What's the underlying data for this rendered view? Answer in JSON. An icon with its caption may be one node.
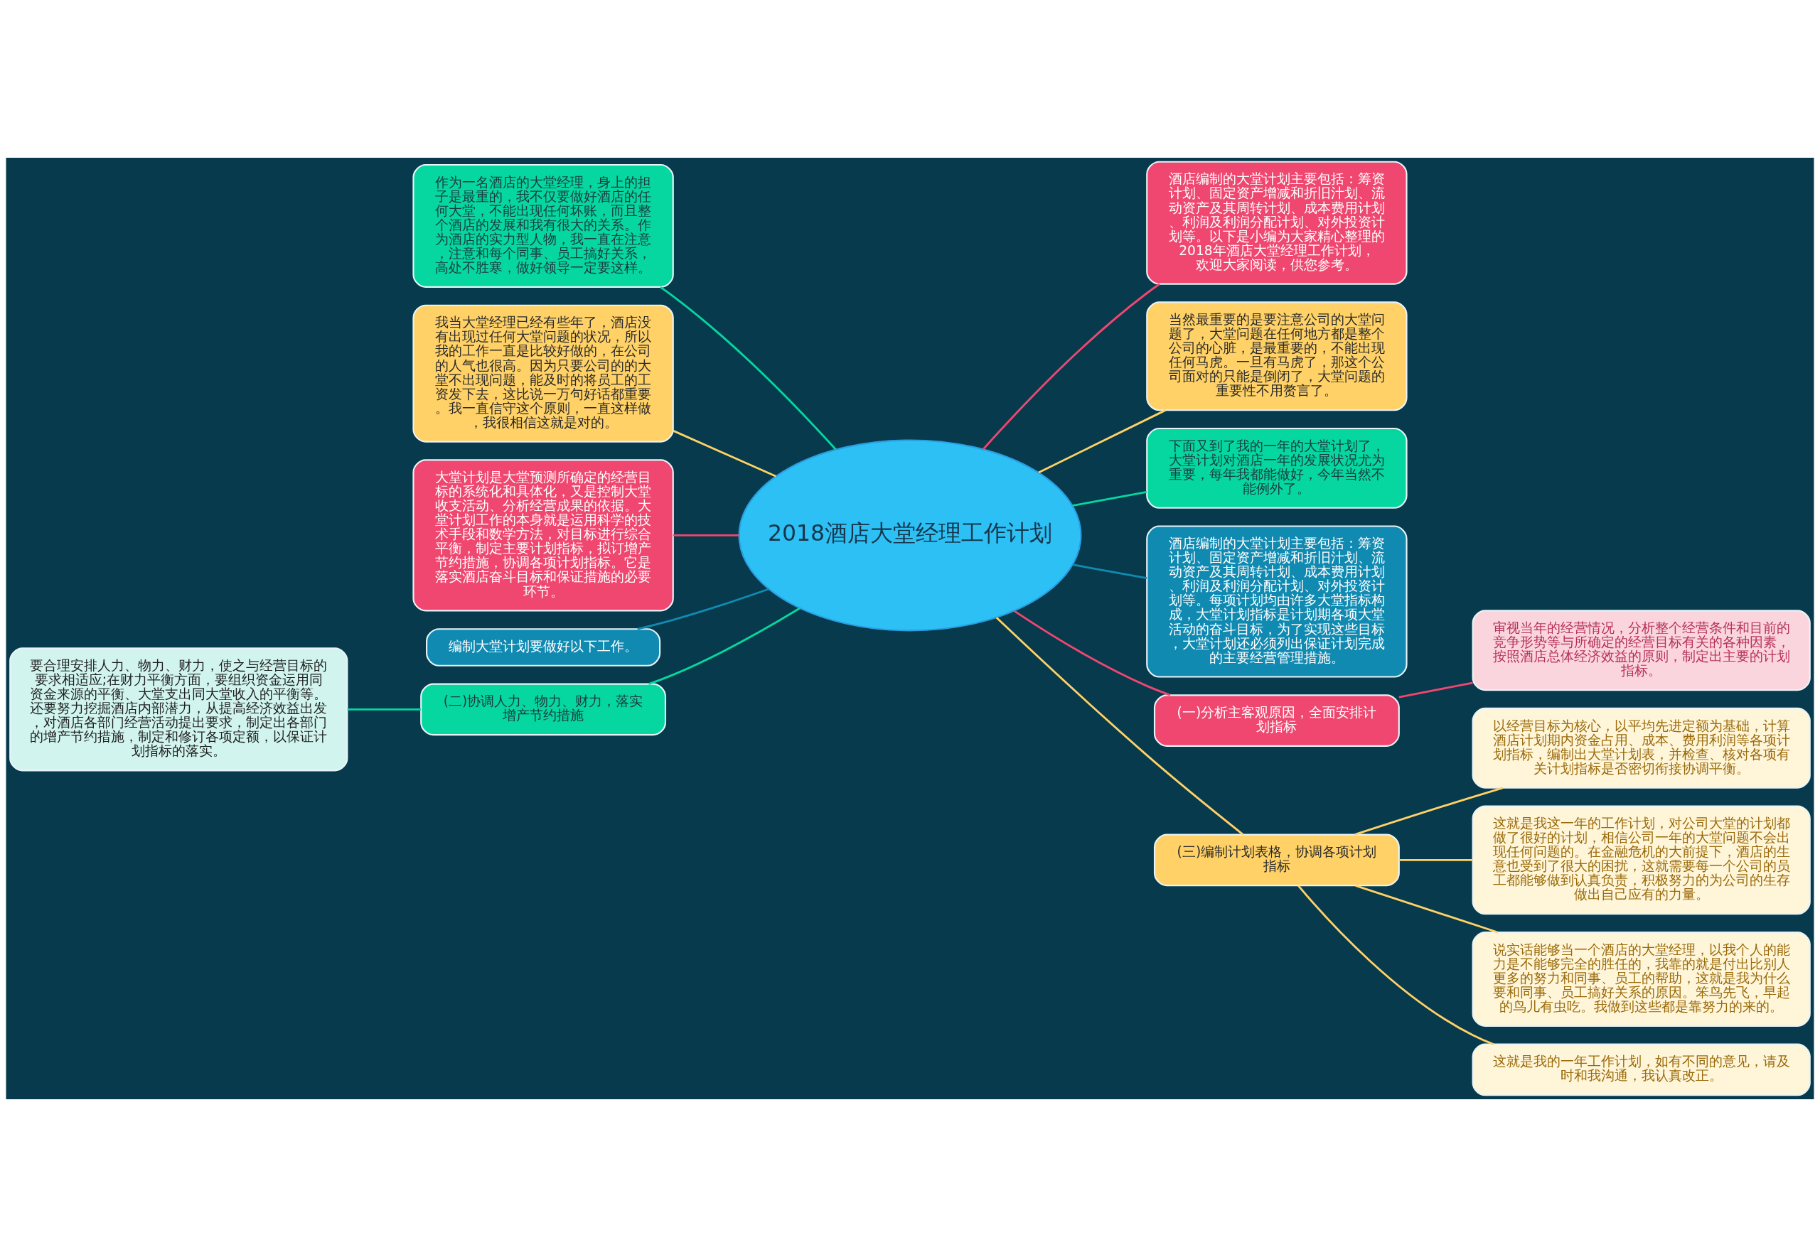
{
  "diagram": {
    "nodes": [
      {
        "text": [
          "2018酒店大堂经理工作计划"
        ]
      },
      {
        "text": [
          "作为一名酒店的大堂经理，身上的担子是最重的，我不仅要做好酒店的任何大堂，不能出现任何坏账，而且整个酒店的发展和我有很大的关系。作为酒店的实力型人物，我一直在注意，注意和每个同事、员工搞好关系，高处不胜寒，做好领导一定要这样。"
        ]
      },
      {
        "text": [
          "我当大堂经理已经有些年了，酒店没有出现过任何大堂问题的状况，所以我的工作一直是比较好做的，在公司的人气也很高。因为只要公司的的大堂不出现问题，能及时的将员工的工资发下去，这比说一万句好话都重要。我一直信守这个原则，一直这样做，我很相信这就是对的。"
        ]
      },
      {
        "text": [
          "大堂计划是大堂预测所确定的经营目标的系统化和具体化，又是控制大堂收支活动、分析经营成果的依据。大堂计划工作的本身就是运用科学的技术手段和数学方法，对目标进行综合平衡，制定主要计划指标，拟订增产节约措施，协调各项计划指标。它是落实酒店奋斗目标和保证措施的必要环节。"
        ]
      },
      {
        "text": [
          "编制大堂计划要做好以下工作。"
        ]
      },
      {
        "text": [
          "(二)协调人力、物力、财力，落实增产节约措施"
        ]
      },
      {
        "text": [
          "要合理安排人力、物力、财力，使之与经营目标的要求相适应;在财力平衡方面，要组织资金运用同资金来源的平衡、大堂支出同大堂收入的平衡等。还要努力挖掘酒店内部潜力，从提高经济效益出发，对酒店各部门经营活动提出要求，制定出各部门的增产节约措施，制定和修订各项定额，以保证计划指标的落实。"
        ]
      },
      {
        "text": [
          "酒店编制的大堂计划主要包括：筹资计划、固定资产增减和折旧汁划、流动资产及其周转计划、成本费用计划、利润及利润分配计划、对外投资计划等。以下是小编为大家精心整理的2018年酒店大堂经理工作计划，欢迎大家阅读，供您参考。"
        ]
      },
      {
        "text": [
          "当然最重要的是要注意公司的大堂问题了，大堂问题在任何地方都是整个公司的心脏，是最重要的，不能出现任何马虎。一旦有马虎了，那这个公司面对的只能是倒闭了，大堂问题的重要性不用赘言了。"
        ]
      },
      {
        "text": [
          "下面又到了我的一年的大堂计划了，大堂计划对酒店一年的发展状况尤为重要，每年我都能做好，今年当然不能例外了。"
        ]
      },
      {
        "text": [
          "酒店编制的大堂计划主要包括：筹资计划、固定资产增减和折旧汁划、流动资产及其周转计划、成本费用计划、利润及利润分配计划、对外投资计划等。每项计划均由许多大堂指标构成，大堂计划指标是计划期各项大堂活动的奋斗目标，为了实现这些目标，大堂计划还必须列出保证计划完成的主要经营管理措施。"
        ]
      },
      {
        "text": [
          "(一)分析主客观原因，全面安排计划指标"
        ]
      },
      {
        "text": [
          "审视当年的经营情况，分析整个经营条件和目前的竞争形势等与所确定的经营目标有关的各种因素，按照酒店总体经济效益的原则，制定出主要的计划指标。"
        ]
      },
      {
        "text": [
          "(三)编制计划表格，协调各项计划指标"
        ]
      },
      {
        "text": [
          "以经营目标为核心，以平均先进定额为基础，计算酒店计划期内资金占用、成本、费用利润等各项计划指标，编制出大堂计划表，并检查、核对各项有关计划指标是否密切衔接协调平衡。"
        ]
      },
      {
        "text": [
          "这就是我这一年的工作计划，对公司大堂的计划都做了很好的计划，相信公司一年的大堂问题不会出现任何问题的。在金融危机的大前提下，酒店的生意也受到了很大的困扰，这就需要每一个公司的员工都能够做到认真负责，积极努力的为公司的生存做出自己应有的力量。"
        ]
      },
      {
        "text": [
          "说实话能够当一个酒店的大堂经理，以我个人的能力是不能够完全的胜任的，我靠的就是付出比别人更多的努力和同事、员工的帮助，这就是我为什么要和同事、员工搞好关系的原因。笨鸟先飞，早起的鸟儿有虫吃。我做到这些都是靠努力的来的。"
        ]
      },
      {
        "text": [
          "这就是我的一年工作计划，如有不同的意见，请及时和我沟通，我认真改正。"
        ]
      }
    ],
    "edges": [
      {
        "from": 1,
        "to": 0,
        "arrow": "none",
        "color": "#06d6a0"
      },
      {
        "from": 2,
        "to": 0,
        "arrow": "none"
      },
      {
        "from": 3,
        "to": 0,
        "arrow": "none",
        "color": "#ef476f"
      },
      {
        "from": 4,
        "to": 0,
        "arrow": "none",
        "color": "#118ab2"
      },
      {
        "from": 5,
        "to": 0,
        "arrow": "none",
        "color": "#06d6a0"
      },
      {
        "from": 6,
        "to": 5,
        "arrow": "none",
        "color": "#06d6a0"
      },
      {
        "from": 0,
        "to": 7,
        "arrow": "none",
        "color": "#ef476f"
      },
      {
        "from": 0,
        "to": 8,
        "arrow": "none"
      },
      {
        "from": 0,
        "to": 9,
        "arrow": "none",
        "color": "#06d6a0"
      },
      {
        "from": 0,
        "to": 10,
        "arrow": "none",
        "color": "#118ab2"
      },
      {
        "from": 0,
        "to": 11,
        "arrow": "none",
        "color": "#ef476f"
      },
      {
        "from": 11,
        "to": 12,
        "arrow": "none",
        "color": "#ef476f"
      },
      {
        "from": 0,
        "to": 13,
        "arrow": "none"
      },
      {
        "from": 13,
        "to": 14,
        "arrow": "none"
      },
      {
        "from": 13,
        "to": 15,
        "arrow": "none"
      },
      {
        "from": 13,
        "to": 16,
        "arrow": "none"
      },
      {
        "from": 13,
        "to": 17,
        "arrow": "none"
      }
    ]
  }
}
